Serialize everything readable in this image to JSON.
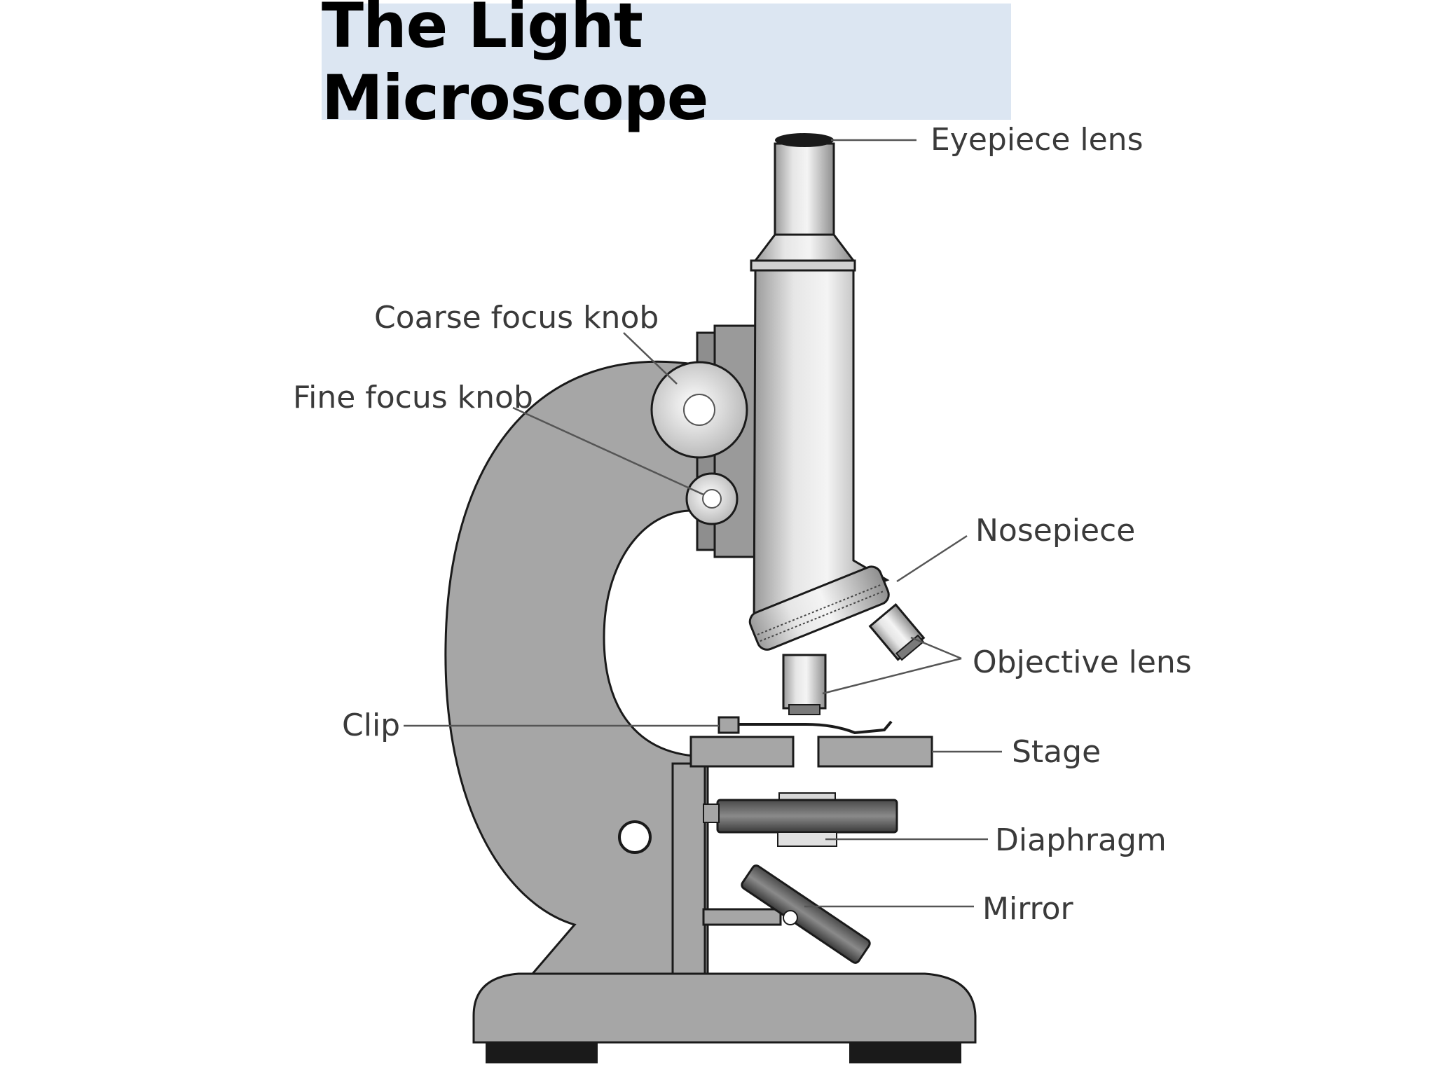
{
  "title": "The Light Microscope",
  "labels": {
    "eyepiece": "Eyepiece lens",
    "coarse": "Coarse focus knob",
    "fine": "Fine focus knob",
    "nosepiece": "Nosepiece",
    "objective": "Objective lens",
    "clip": "Clip",
    "stage": "Stage",
    "diaphragm": "Diaphragm",
    "mirror": "Mirror"
  },
  "colors": {
    "title_background": "#dce6f2",
    "body_fill": "#a6a6a6",
    "tube_fill": "#c8c8c8",
    "outline": "#1a1a1a",
    "leader_line": "#555555",
    "label_text": "#3a3a3a"
  }
}
